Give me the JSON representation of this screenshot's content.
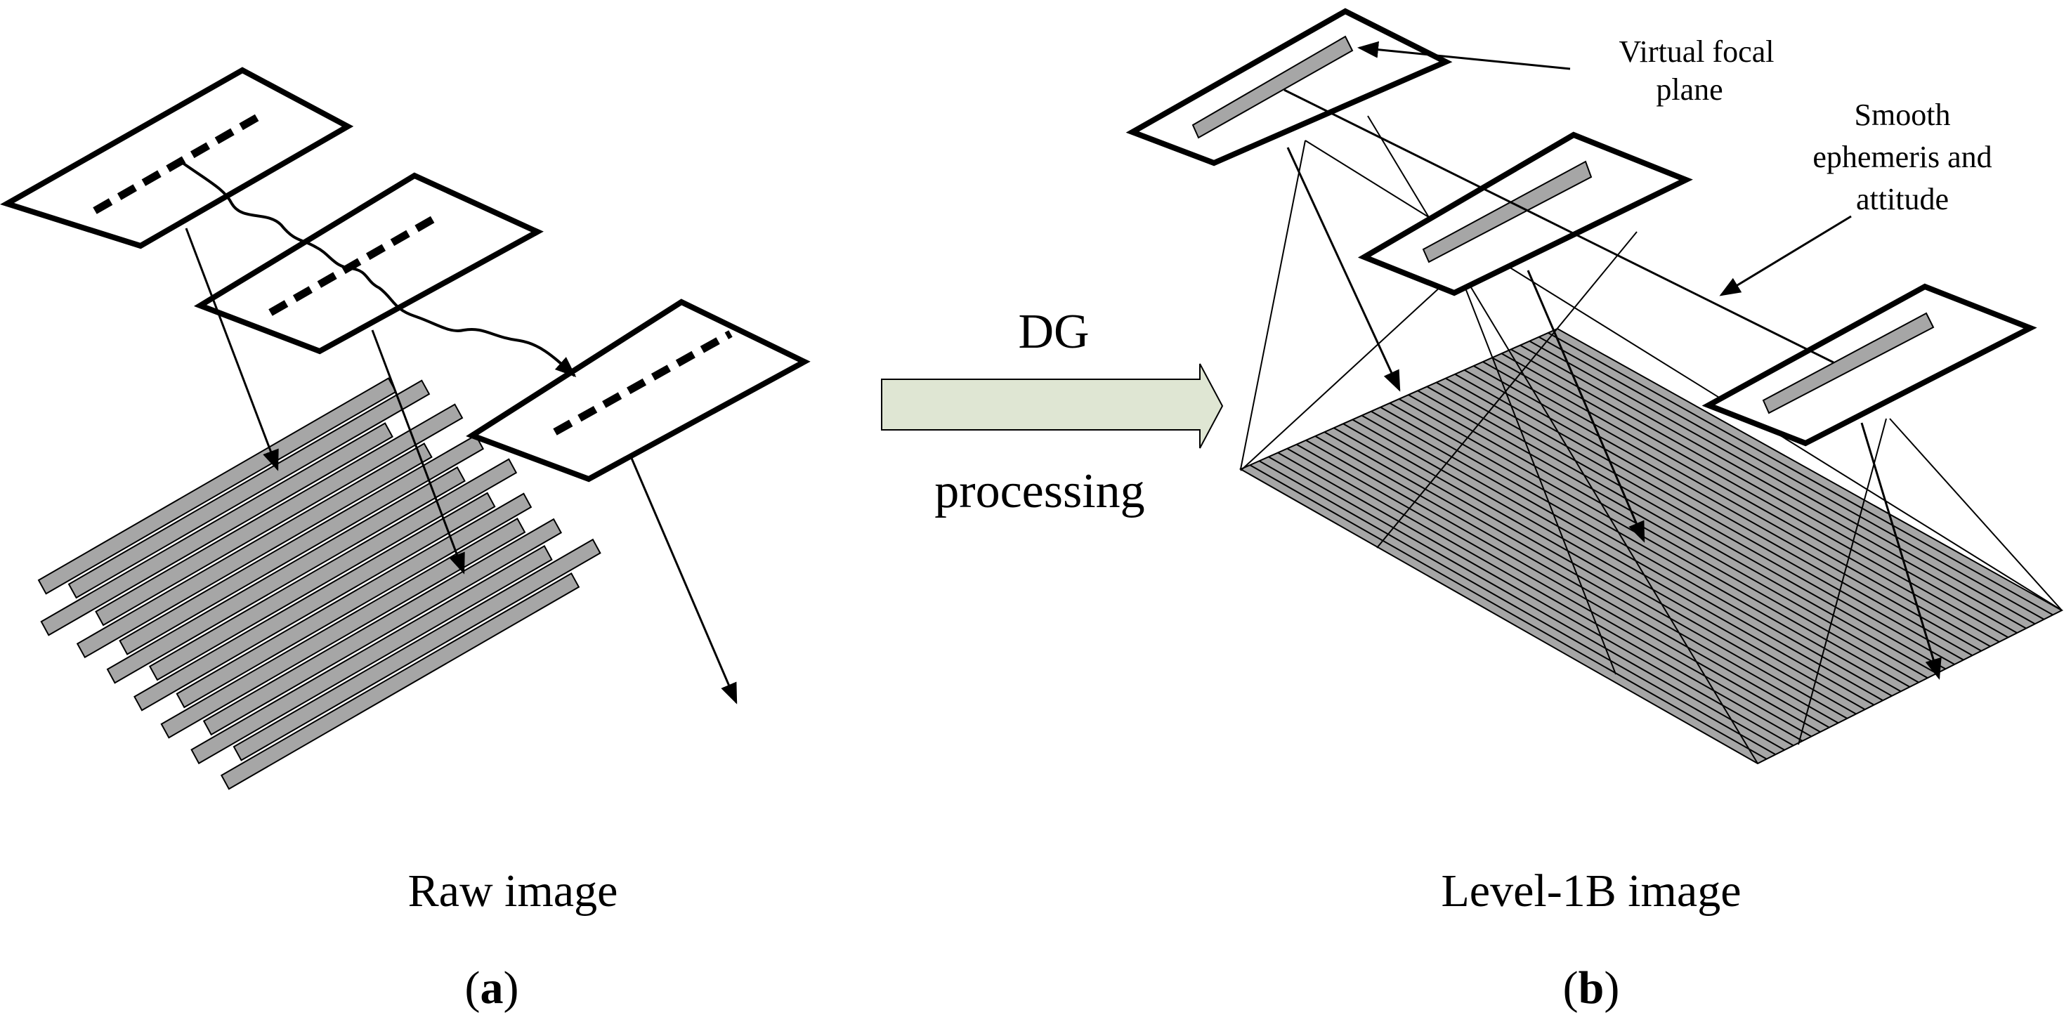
{
  "center": {
    "top_label": "DG",
    "bottom_label": "processing",
    "arrow_fill": "#dfe6d3"
  },
  "left_panel": {
    "caption": "Raw image",
    "sub_open": "(",
    "sub_letter": "a",
    "sub_close": ")"
  },
  "right_panel": {
    "caption": "Level-1B image",
    "sub_open": "(",
    "sub_letter": "b",
    "sub_close": ")",
    "annotation_vfp_line1": "Virtual focal",
    "annotation_vfp_line2": "plane",
    "annotation_eph_line1": "Smooth",
    "annotation_eph_line2": "ephemeris and",
    "annotation_eph_line3": "attitude"
  },
  "colors": {
    "strip_fill": "#a6a6a6",
    "line": "#000000"
  }
}
